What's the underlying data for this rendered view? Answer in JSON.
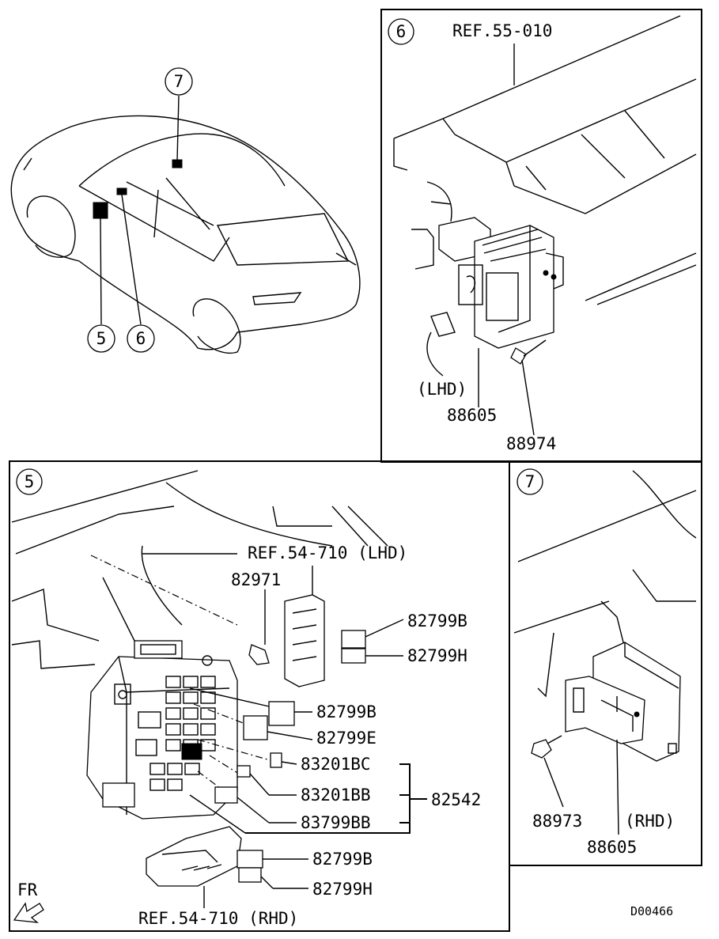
{
  "callouts": {
    "c5": "5",
    "c6": "6",
    "c7": "7"
  },
  "panel6": {
    "ref": "REF.55-010",
    "variant": "(LHD)",
    "part_a": "88605",
    "part_b": "88974"
  },
  "panel5": {
    "ref_lhd": "REF.54-710 (LHD)",
    "ref_rhd": "REF.54-710 (RHD)",
    "p82971": "82971",
    "p82799B_1": "82799B",
    "p82799H_1": "82799H",
    "p82799B_2": "82799B",
    "p82799E": "82799E",
    "p83201BC": "83201BC",
    "p83201BB": "83201BB",
    "p83799BB": "83799BB",
    "p82542": "82542",
    "p82799B_3": "82799B",
    "p82799H_2": "82799H"
  },
  "panel7": {
    "part_a": "88973",
    "variant": "(RHD)",
    "part_b": "88605"
  },
  "footer": {
    "fr": "FR",
    "code": "D00466"
  }
}
